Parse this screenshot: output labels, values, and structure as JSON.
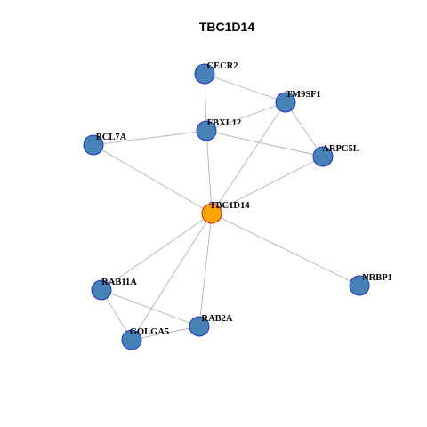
{
  "title": "TBC1D14",
  "colors": {
    "center_fill": "#ffa500",
    "center_stroke": "#cc2222",
    "node_fill": "#4682b4",
    "node_stroke": "#1f33cc",
    "edge": "#b4b4b4"
  },
  "network": {
    "nodes": [
      {
        "id": "TBC1D14",
        "label": "TBC1D14",
        "center": true
      },
      {
        "id": "CECR2",
        "label": "CECR2"
      },
      {
        "id": "TM9SF1",
        "label": "TM9SF1"
      },
      {
        "id": "FBXL12",
        "label": "FBXL12"
      },
      {
        "id": "BCL7A",
        "label": "BCL7A"
      },
      {
        "id": "ARPC5L",
        "label": "ARPC5L"
      },
      {
        "id": "RAB11A",
        "label": "RAB11A"
      },
      {
        "id": "NRBP1",
        "label": "NRBP1"
      },
      {
        "id": "RAB2A",
        "label": "RAB2A"
      },
      {
        "id": "GOLGA5",
        "label": "GOLGA5"
      }
    ],
    "edges": [
      [
        "CECR2",
        "TM9SF1"
      ],
      [
        "CECR2",
        "FBXL12"
      ],
      [
        "FBXL12",
        "TM9SF1"
      ],
      [
        "TM9SF1",
        "ARPC5L"
      ],
      [
        "TM9SF1",
        "TBC1D14"
      ],
      [
        "FBXL12",
        "BCL7A"
      ],
      [
        "FBXL12",
        "ARPC5L"
      ],
      [
        "FBXL12",
        "TBC1D14"
      ],
      [
        "BCL7A",
        "TBC1D14"
      ],
      [
        "ARPC5L",
        "TBC1D14"
      ],
      [
        "TBC1D14",
        "RAB11A"
      ],
      [
        "TBC1D14",
        "NRBP1"
      ],
      [
        "TBC1D14",
        "RAB2A"
      ],
      [
        "TBC1D14",
        "GOLGA5"
      ],
      [
        "RAB11A",
        "GOLGA5"
      ],
      [
        "RAB11A",
        "RAB2A"
      ],
      [
        "GOLGA5",
        "RAB2A"
      ]
    ]
  }
}
